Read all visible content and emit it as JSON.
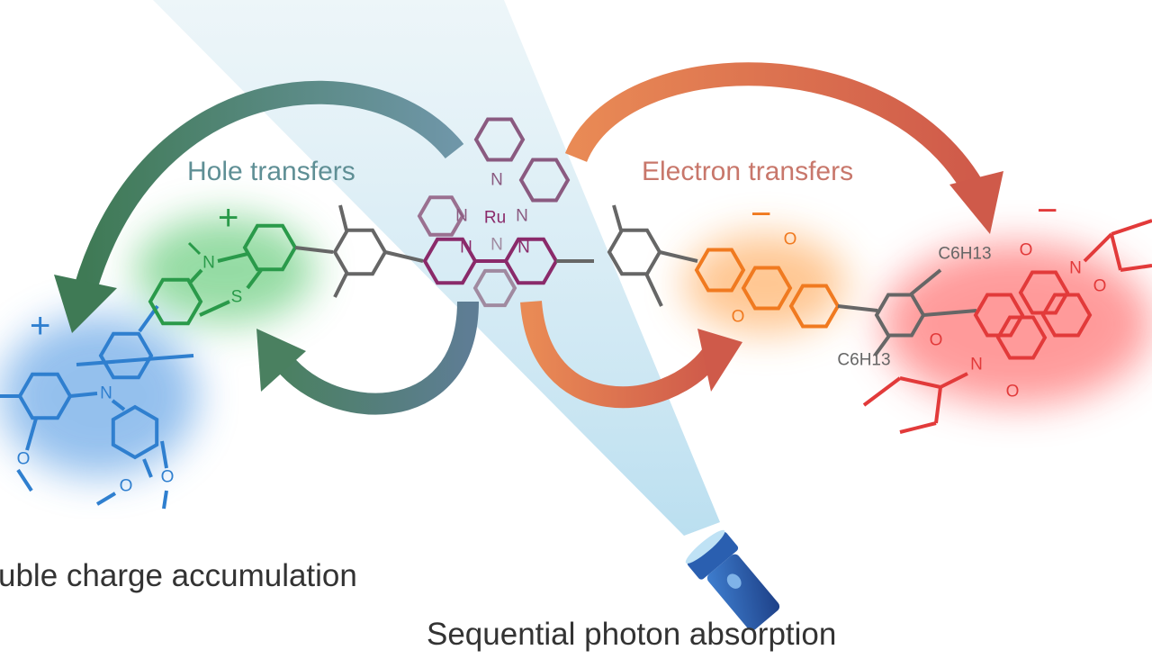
{
  "labels": {
    "hole_transfers": "Hole transfers",
    "electron_transfers": "Electron transfers",
    "charge_accumulation": "uble charge accumulation",
    "photon_absorption": "Sequential photon absorption"
  },
  "charges": {
    "donor_outer": "+",
    "donor_inner": "+",
    "acceptor_inner": "−",
    "acceptor_outer": "−"
  },
  "atoms": {
    "ptz_n": "N",
    "ptz_s": "S",
    "tpa_n": "N",
    "o1": "O",
    "o2": "O",
    "o3": "O",
    "ru": "Ru",
    "ru_n1": "N",
    "ru_n2": "N",
    "ru_n3": "N",
    "ru_n4": "N",
    "ru_n5": "N",
    "ru_n6": "N",
    "aq_o1": "O",
    "aq_o2": "O",
    "hexyl1": "C6H13",
    "hexyl2": "C6H13",
    "ndi_n1": "N",
    "ndi_n2": "N",
    "ndi_o1": "O",
    "ndi_o2": "O",
    "ndi_o3": "O",
    "ndi_o4": "O"
  },
  "colors": {
    "donor_blue": "#2f7fcf",
    "ptz_green": "#2a9a4a",
    "ru_purple": "#8a2a6a",
    "aq_orange": "#f07a20",
    "ndi_red": "#e23a3a",
    "hole_arrow": "#4f7f6a",
    "electron_arrow": "#d0705a"
  }
}
